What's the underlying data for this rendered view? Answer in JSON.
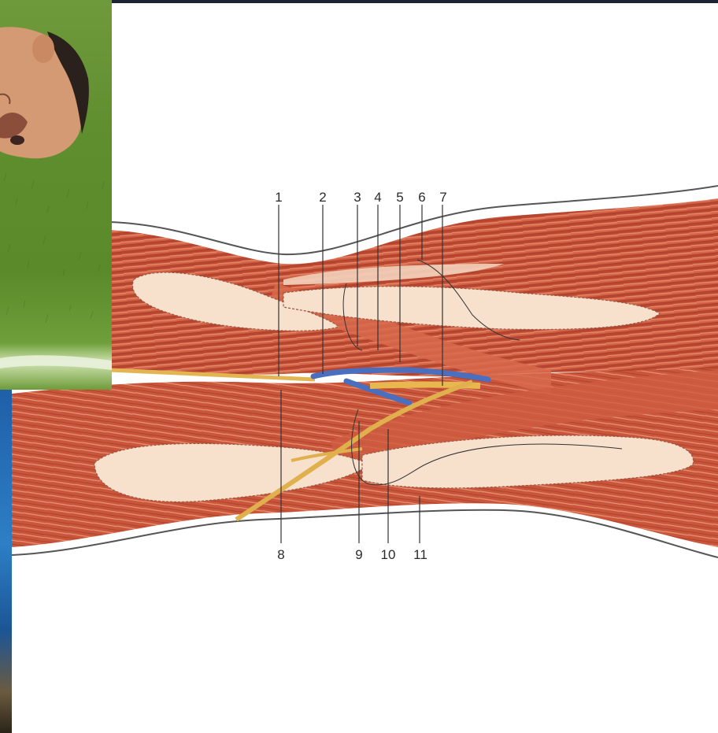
{
  "figure": {
    "top_labels": [
      "1",
      "2",
      "3",
      "4",
      "5",
      "6",
      "7"
    ],
    "bottom_labels": [
      "8",
      "9",
      "10",
      "11"
    ]
  },
  "colors": {
    "muscle": "#c8553c",
    "muscle_light": "#e58a66",
    "tendon": "#f6dcc8",
    "vein": "#4a6fbf",
    "nerve": "#e3b552",
    "grass": "#5f8e2f",
    "skin": "#d9a07a"
  },
  "icons": {
    "photo": "athlete-lying-on-grass-photo",
    "diagram": "leg-muscle-anatomy-illustration"
  }
}
